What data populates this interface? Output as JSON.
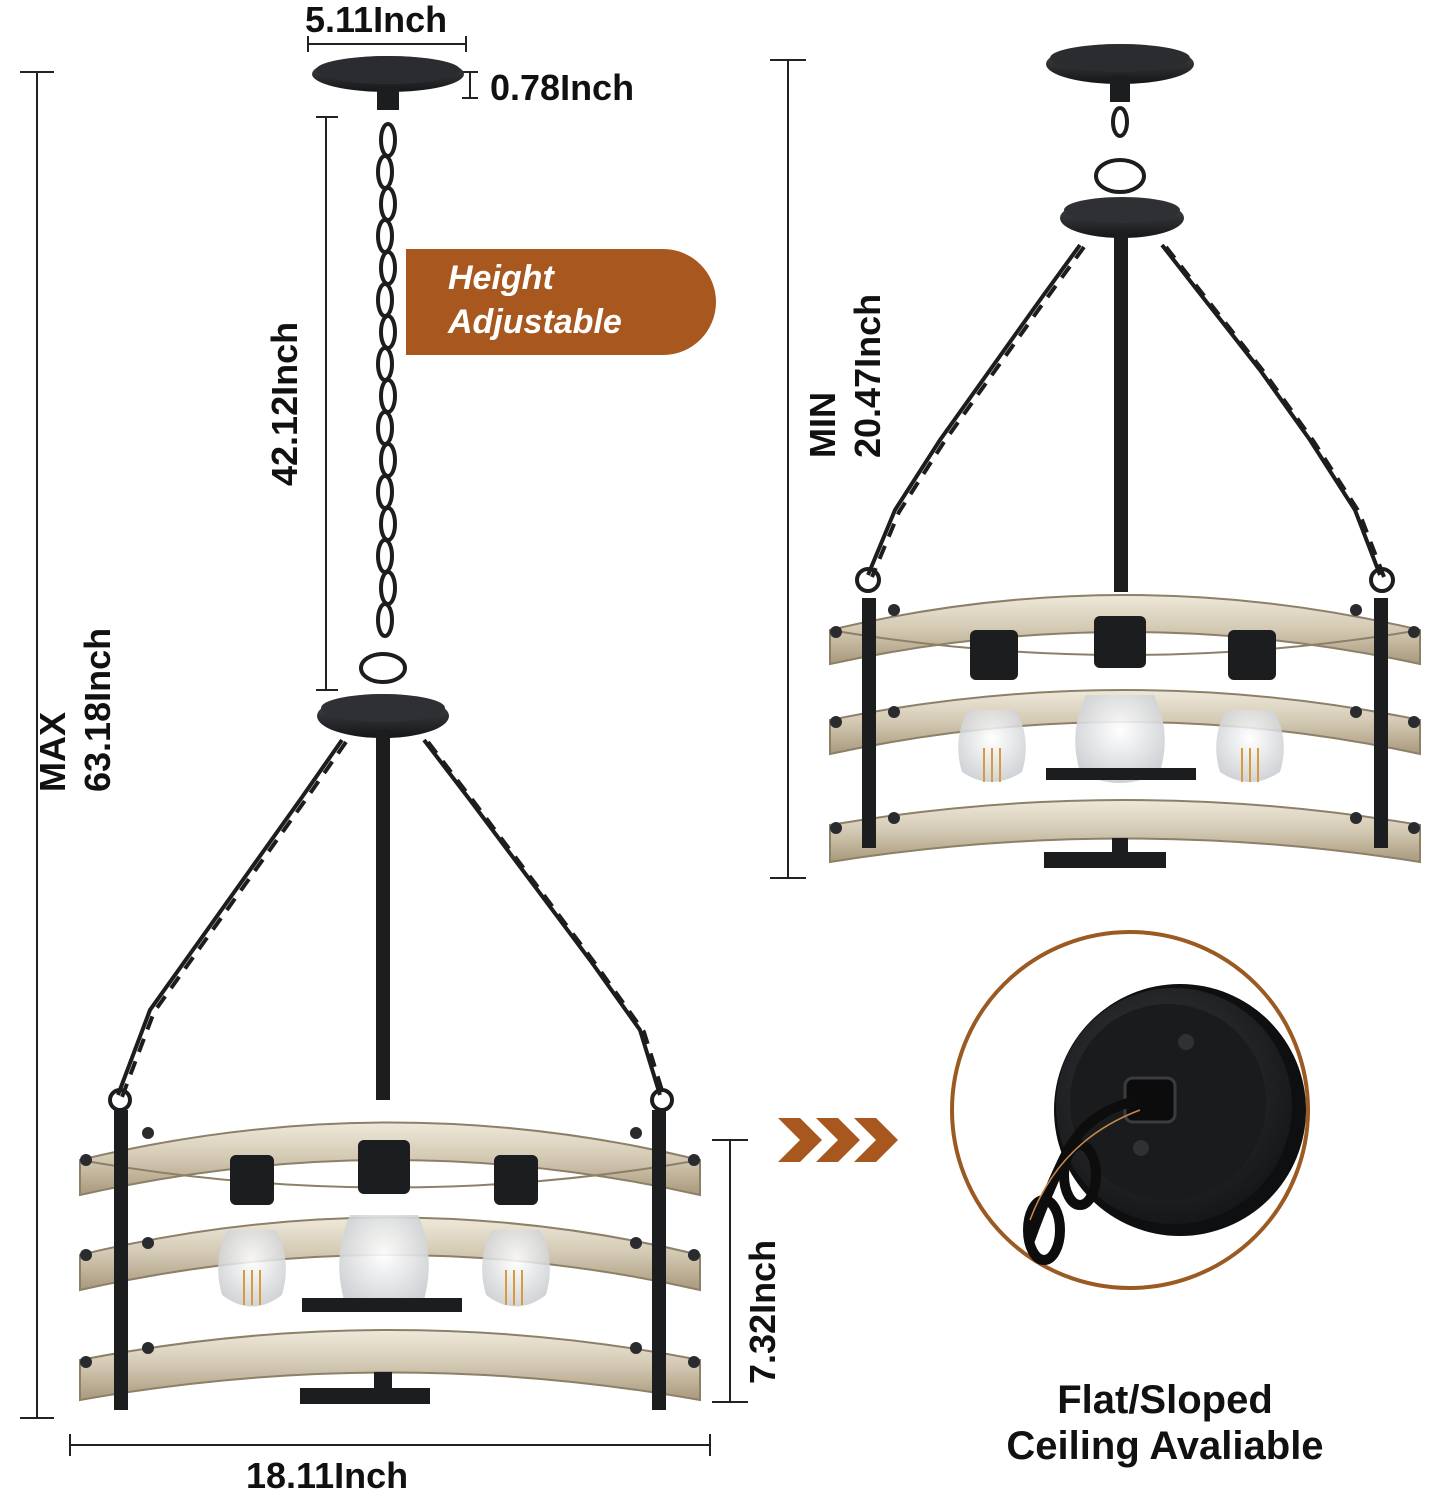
{
  "dimensions": {
    "canopy_width": "5.11Inch",
    "canopy_height": "0.78Inch",
    "chain_length": "42.12Inch",
    "max_label": "MAX",
    "max_height": "63.18Inch",
    "min_label": "MIN",
    "min_height": "20.47Inch",
    "fixture_height": "7.32Inch",
    "fixture_width": "18.11Inch"
  },
  "badge": {
    "line1": "Height",
    "line2": "Adjustable"
  },
  "ceiling_note": {
    "line1": "Flat/Sloped",
    "line2": "Ceiling Avaliable"
  },
  "colors": {
    "accent": "#a8581f",
    "metal": "#1c1d1f",
    "wood": "#d9d1bf",
    "wood_dark": "#8d8068"
  },
  "icons": {
    "arrows": "triple-chevron-right-icon"
  }
}
